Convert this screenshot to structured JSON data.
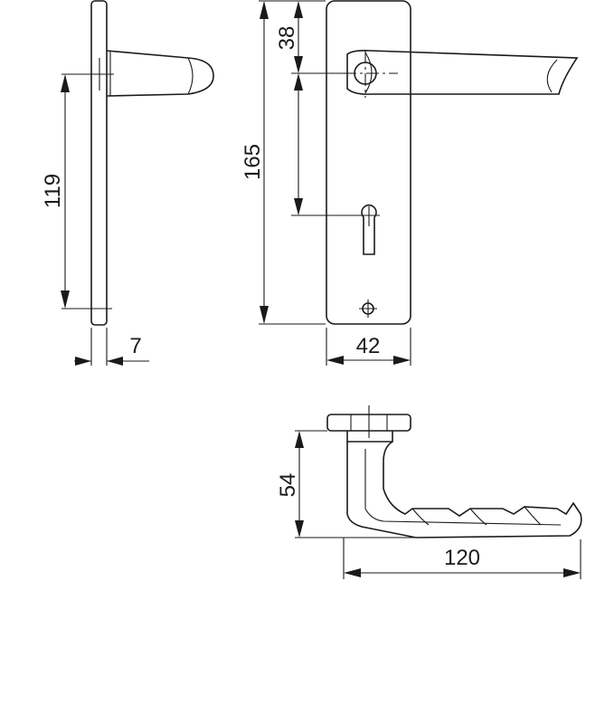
{
  "drawing": {
    "dimensions": {
      "handle_height": "119",
      "plate_thickness": "7",
      "top_offset": "38",
      "plate_height": "165",
      "plate_width": "42",
      "handle_projection": "54",
      "handle_length": "120"
    }
  },
  "colors": {
    "line": "#1a1a1a",
    "background": "#ffffff"
  }
}
